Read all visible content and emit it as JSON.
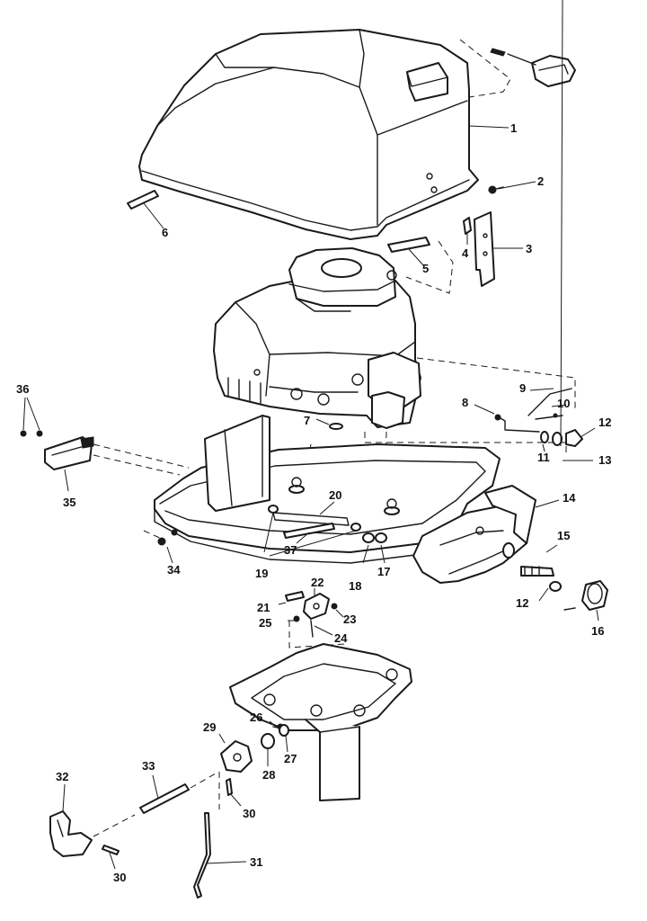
{
  "callouts": [
    {
      "id": "c1",
      "text": "1"
    },
    {
      "id": "c2",
      "text": "2"
    },
    {
      "id": "c3",
      "text": "3"
    },
    {
      "id": "c4",
      "text": "4"
    },
    {
      "id": "c5",
      "text": "5"
    },
    {
      "id": "c6",
      "text": "6"
    },
    {
      "id": "c7",
      "text": "7"
    },
    {
      "id": "c8",
      "text": "8"
    },
    {
      "id": "c9",
      "text": "9"
    },
    {
      "id": "c10",
      "text": "10"
    },
    {
      "id": "c11",
      "text": "11"
    },
    {
      "id": "c12a",
      "text": "12"
    },
    {
      "id": "c12b",
      "text": "12"
    },
    {
      "id": "c13",
      "text": "13"
    },
    {
      "id": "c14",
      "text": "14"
    },
    {
      "id": "c15",
      "text": "15"
    },
    {
      "id": "c16",
      "text": "16"
    },
    {
      "id": "c17",
      "text": "17"
    },
    {
      "id": "c18",
      "text": "18"
    },
    {
      "id": "c19",
      "text": "19"
    },
    {
      "id": "c20",
      "text": "20"
    },
    {
      "id": "c21",
      "text": "21"
    },
    {
      "id": "c22",
      "text": "22"
    },
    {
      "id": "c23",
      "text": "23"
    },
    {
      "id": "c24",
      "text": "24"
    },
    {
      "id": "c25",
      "text": "25"
    },
    {
      "id": "c26",
      "text": "26"
    },
    {
      "id": "c27",
      "text": "27"
    },
    {
      "id": "c28",
      "text": "28"
    },
    {
      "id": "c29",
      "text": "29"
    },
    {
      "id": "c30a",
      "text": "30"
    },
    {
      "id": "c30b",
      "text": "30"
    },
    {
      "id": "c31",
      "text": "31"
    },
    {
      "id": "c32",
      "text": "32"
    },
    {
      "id": "c33",
      "text": "33"
    },
    {
      "id": "c34",
      "text": "34"
    },
    {
      "id": "c35",
      "text": "35"
    },
    {
      "id": "c36",
      "text": "36"
    },
    {
      "id": "c37",
      "text": "37"
    }
  ]
}
